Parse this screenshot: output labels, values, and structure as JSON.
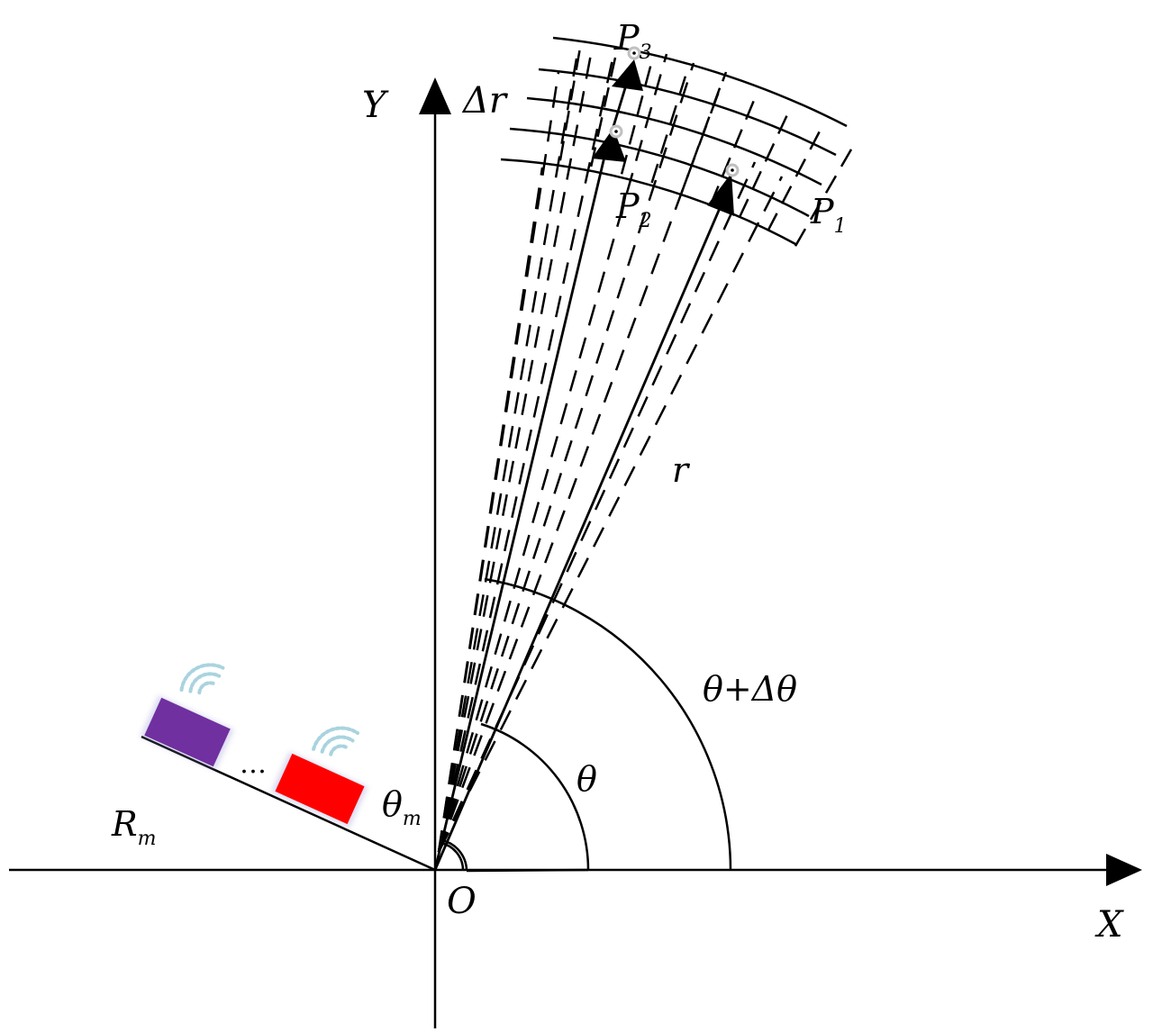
{
  "labels": {
    "x_axis": "X",
    "y_axis": "Y",
    "origin": "O",
    "radius": "r",
    "delta_r": "Δr",
    "theta": "θ",
    "theta_plus_delta": "θ+Δθ",
    "theta_m": "θ",
    "theta_m_sub": "m",
    "r_m": "R",
    "r_m_sub": "m",
    "p1": "P",
    "p1_sub": "1",
    "p2": "P",
    "p2_sub": "2",
    "p3": "P",
    "p3_sub": "3",
    "ellipsis": "…"
  },
  "colors": {
    "line": "#000000",
    "antenna_purple": "#7030a0",
    "antenna_red": "#ff0000",
    "wave": "#9ec9d6",
    "point_ring": "#c0c0c0"
  },
  "icons": {
    "antenna_1": "purple-antenna-block",
    "antenna_2": "red-antenna-block",
    "signal_1": "wifi-signal-icon",
    "signal_2": "wifi-signal-icon"
  }
}
